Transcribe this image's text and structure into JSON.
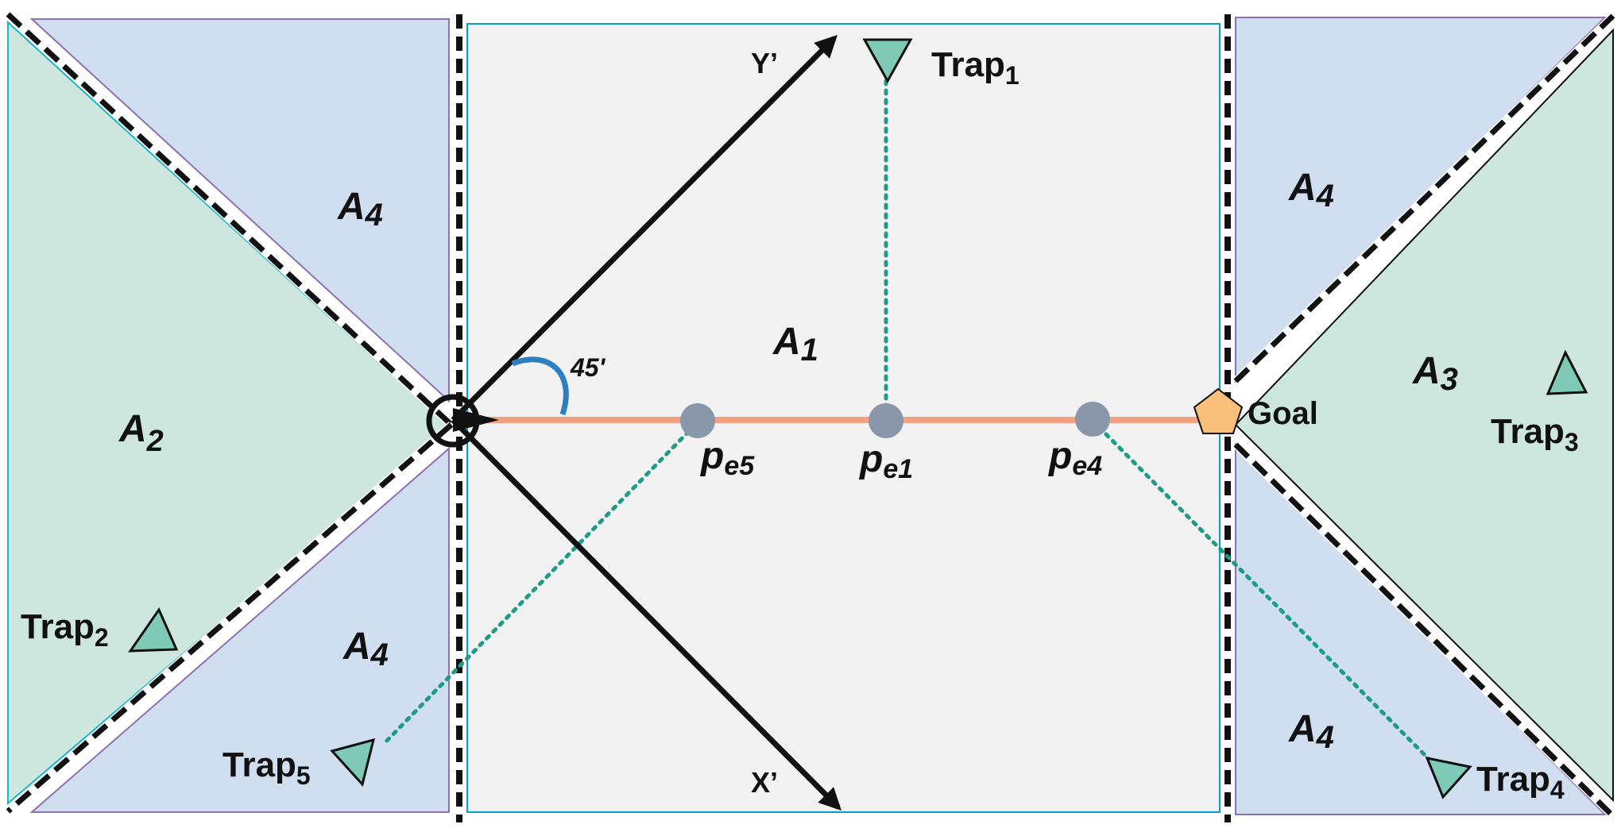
{
  "diagram": {
    "regions": {
      "a1": {
        "main": "A",
        "sub": "1"
      },
      "a2": {
        "main": "A",
        "sub": "2"
      },
      "a3": {
        "main": "A",
        "sub": "3"
      },
      "a4": {
        "main": "A",
        "sub": "4"
      }
    },
    "axes": {
      "x": "X’",
      "y": "Y’"
    },
    "angle": "45'",
    "goal": "Goal",
    "traps": [
      {
        "main": "Trap",
        "sub": "1"
      },
      {
        "main": "Trap",
        "sub": "2"
      },
      {
        "main": "Trap",
        "sub": "3"
      },
      {
        "main": "Trap",
        "sub": "4"
      },
      {
        "main": "Trap",
        "sub": "5"
      }
    ],
    "points": [
      {
        "main": "p",
        "sub": "e5"
      },
      {
        "main": "p",
        "sub": "e1"
      },
      {
        "main": "p",
        "sub": "e4"
      }
    ],
    "colors": {
      "a1_fill": "#f2f2f2",
      "a1_border": "#00a0d0",
      "green_fill": "#cde6de",
      "blue_fill": "#cfdff0",
      "blue_border": "#8e6fb0",
      "path": "#f2a080",
      "point": "#8a97aa",
      "trap_fill": "#7fcab6",
      "trap_link": "#1e9c88",
      "goal_fill": "#f8c07a",
      "arc": "#2e7fc0"
    }
  }
}
